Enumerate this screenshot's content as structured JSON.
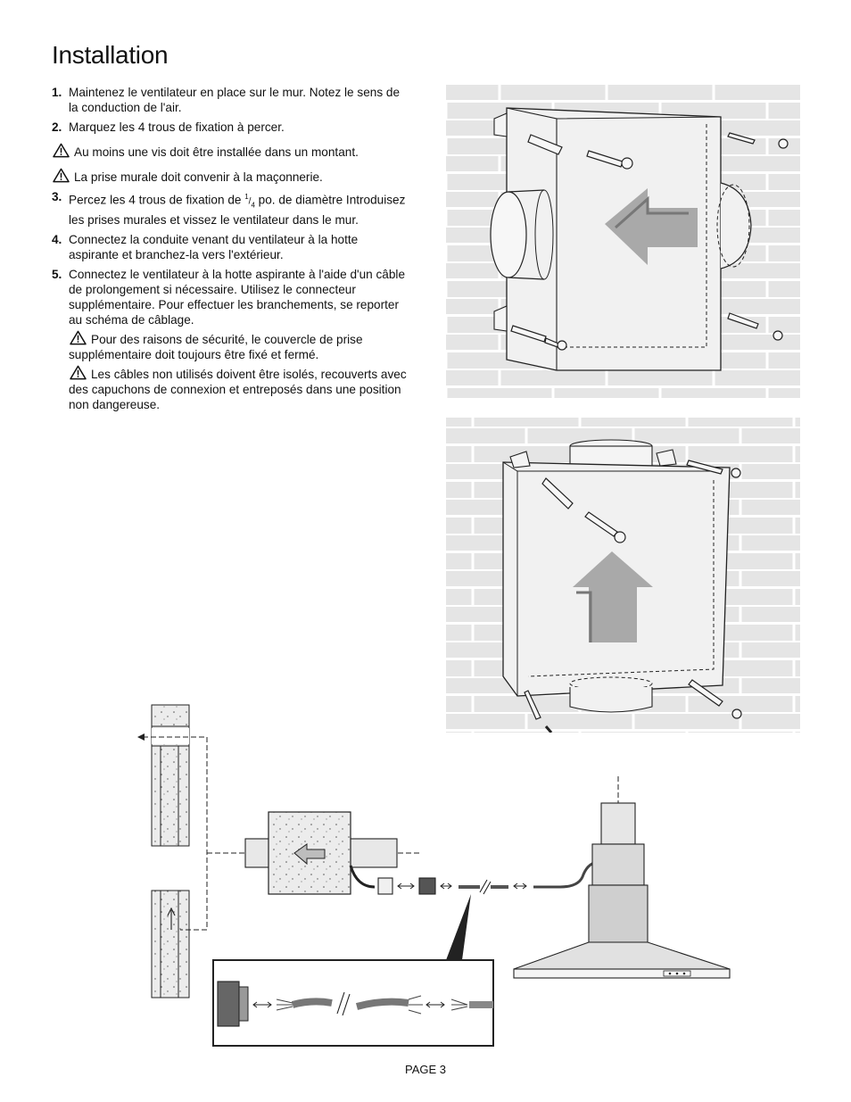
{
  "page": {
    "title": "Installation",
    "footer": "PAGE 3"
  },
  "steps": [
    {
      "num": "1.",
      "text": "Maintenez le ventilateur en place sur le mur. Notez le sens de la conduction de l'air."
    },
    {
      "num": "2.",
      "text": "Marquez les 4 trous de fixation à percer."
    },
    {
      "num": "3.",
      "text_before": "Percez les 4 trous de fixation de ",
      "fraction_num": "1",
      "fraction_den": "4",
      "text_after": " po. de diamètre Introduisez les prises murales et vissez le ventilateur dans le mur."
    },
    {
      "num": "4.",
      "text": "Connectez la conduite venant du ventilateur à la hotte aspirante et branchez-la vers l'extérieur."
    },
    {
      "num": "5.",
      "text": "Connectez le ventilateur à la hotte aspirante à l'aide d'un câble de prolongement si nécessaire. Utilisez le connecteur supplémentaire. Pour effectuer les branchements, se reporter au schéma de câblage."
    }
  ],
  "warnings": {
    "screw_in_stud": "Au moins une vis doit être installée dans un montant.",
    "wall_plug": "La prise murale doit convenir à la maçonnerie.",
    "cover_closed": "Pour des raisons de sécurité, le couvercle de prise supplémentaire doit toujours être fixé et fermé.",
    "unused_cables": "Les câbles non utilisés doivent être isolés, recouverts avec des capuchons de connexion et entreposés dans une position non dangereuse."
  },
  "icons": {
    "warning": "warning-triangle-icon",
    "airflow": "arrow-icon"
  },
  "colors": {
    "brick_bg": "#e5e5e5",
    "line": "#222222",
    "arrow_fill": "#a9a9a9"
  }
}
